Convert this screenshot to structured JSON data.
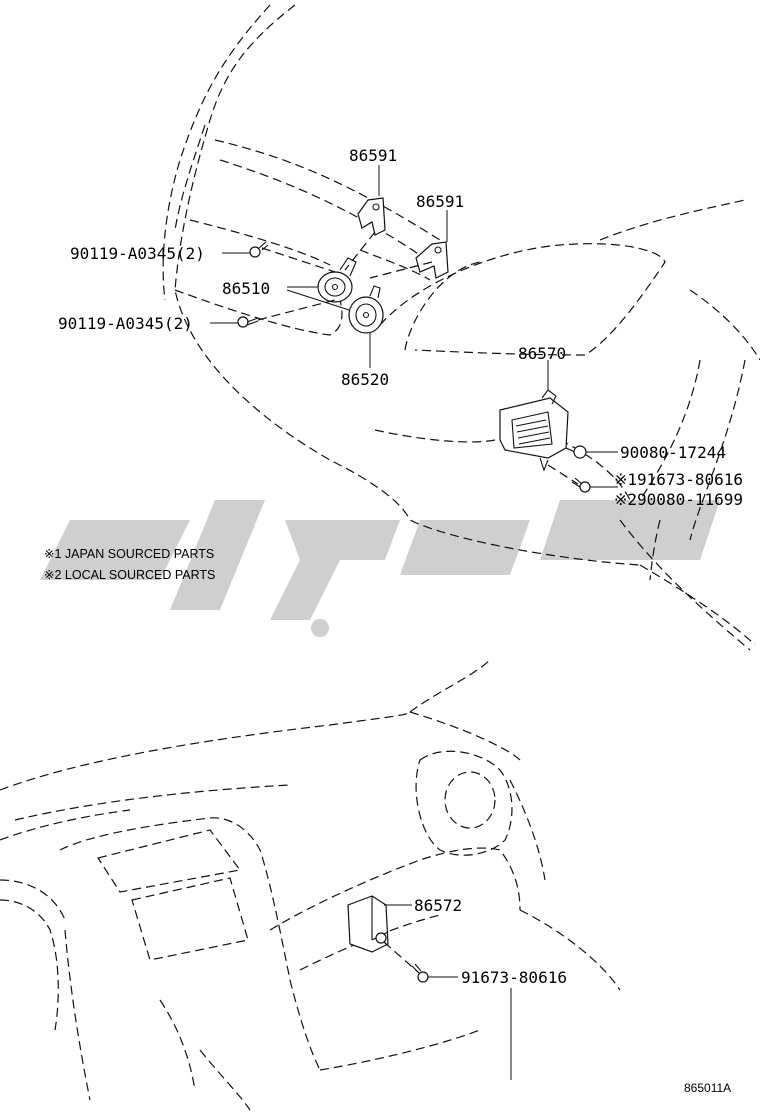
{
  "callouts": {
    "bracket_upper": "86591",
    "bracket_right": "86591",
    "bolt_upper": "90119-A0345(2)",
    "horn_high": "86510",
    "bolt_lower": "90119-A0345(2)",
    "horn_low": "86520",
    "alarm_horn": "86570",
    "nut": "90080-17244",
    "bolt_jp": "※191673-80616",
    "bolt_local": "※290080-11699",
    "relay": "86572",
    "relay_bolt": "91673-80616"
  },
  "notes": {
    "note1": "※1 JAPAN SOURCED PARTS",
    "note2": "※2 LOCAL SOURCED PARTS"
  },
  "figure_ref": "865011A",
  "colors": {
    "line": "#111111",
    "watermark": "#cfcfcf",
    "background": "#ffffff"
  }
}
